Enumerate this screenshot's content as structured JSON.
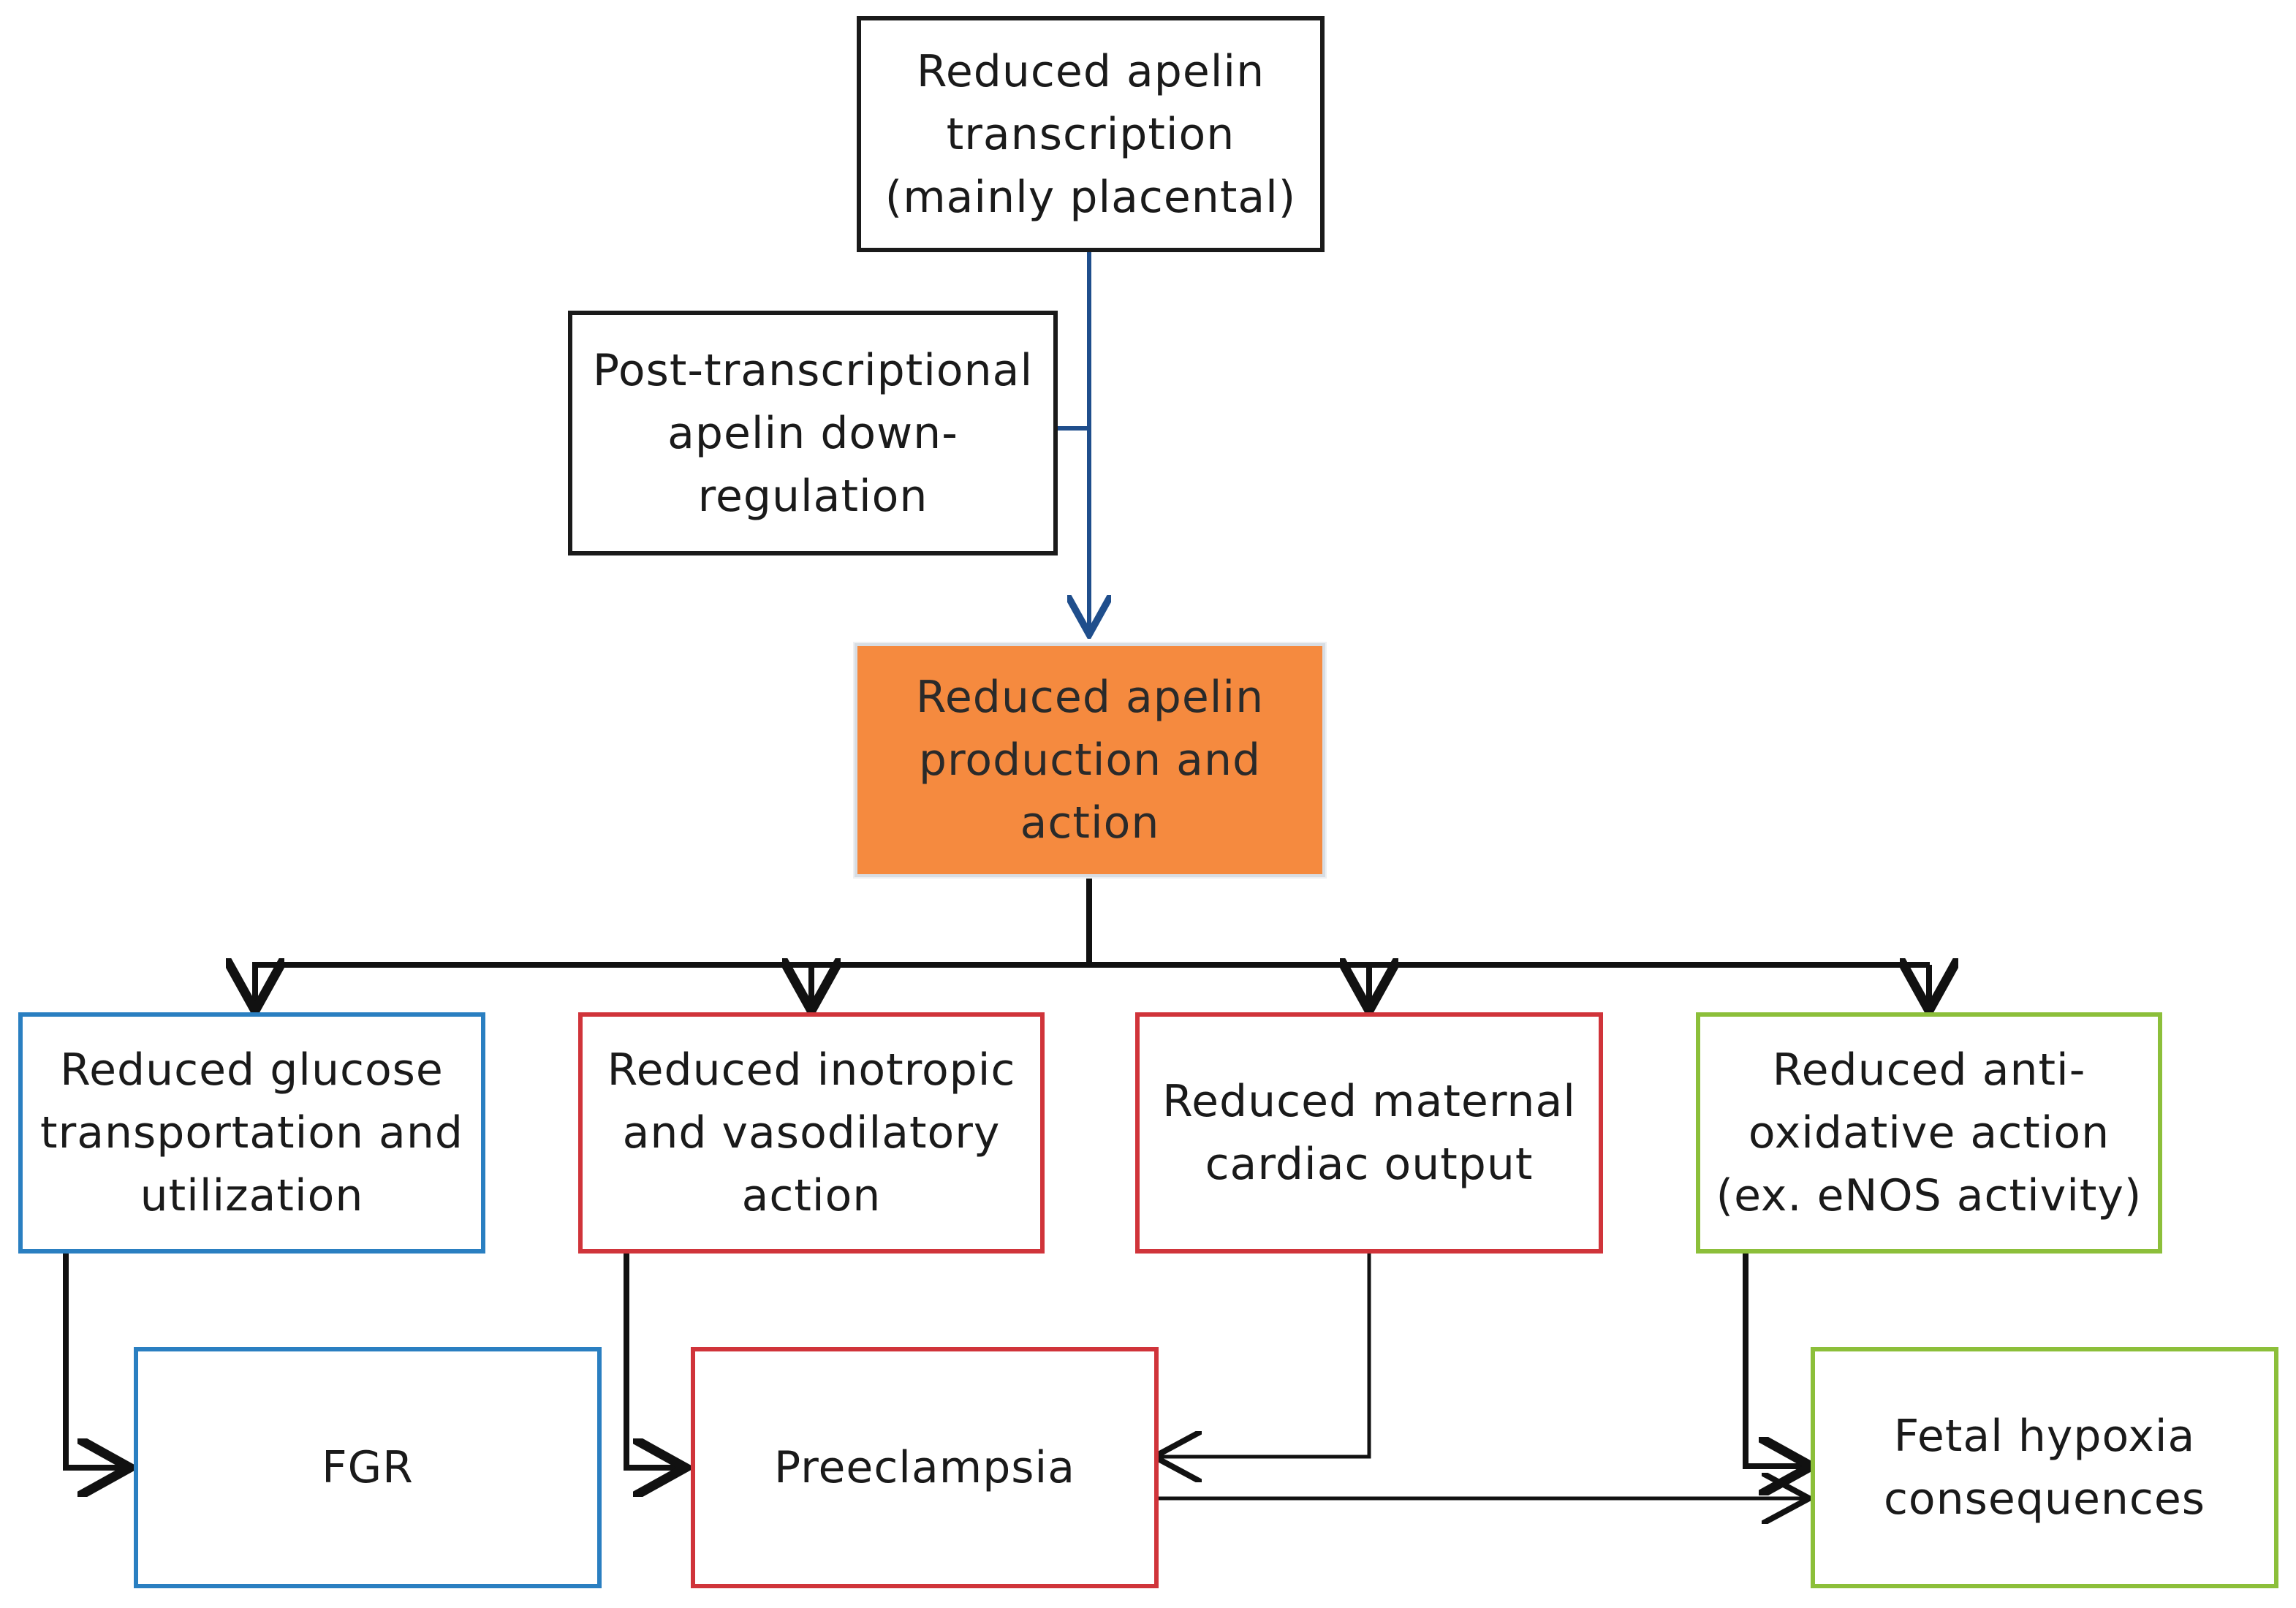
{
  "diagram": {
    "source": {
      "label": "Reduced apelin\ntranscription\n(mainly placental)"
    },
    "modifier": {
      "label": "Post-transcriptional\napelin down-\nregulation"
    },
    "central": {
      "label": "Reduced apelin\nproduction and\naction",
      "fill": "#f58a3f"
    },
    "effects": [
      {
        "label": "Reduced glucose\ntransportation and\nutilization",
        "color": "#2a7fc1"
      },
      {
        "label": "Reduced inotropic\nand vasodilatory\naction",
        "color": "#d0343a"
      },
      {
        "label": "Reduced maternal\ncardiac output",
        "color": "#d0343a"
      },
      {
        "label": "Reduced anti-\noxidative action\n(ex. eNOS activity)",
        "color": "#8cbf3a"
      }
    ],
    "outcomes": [
      {
        "label": "FGR",
        "color": "#2a7fc1"
      },
      {
        "label": "Preeclampsia",
        "color": "#d0343a"
      },
      {
        "label": "Fetal hypoxia\nconsequences",
        "color": "#8cbf3a"
      }
    ],
    "connector_colors": {
      "upper": "#1f4e8c",
      "lower": "#111111"
    }
  }
}
